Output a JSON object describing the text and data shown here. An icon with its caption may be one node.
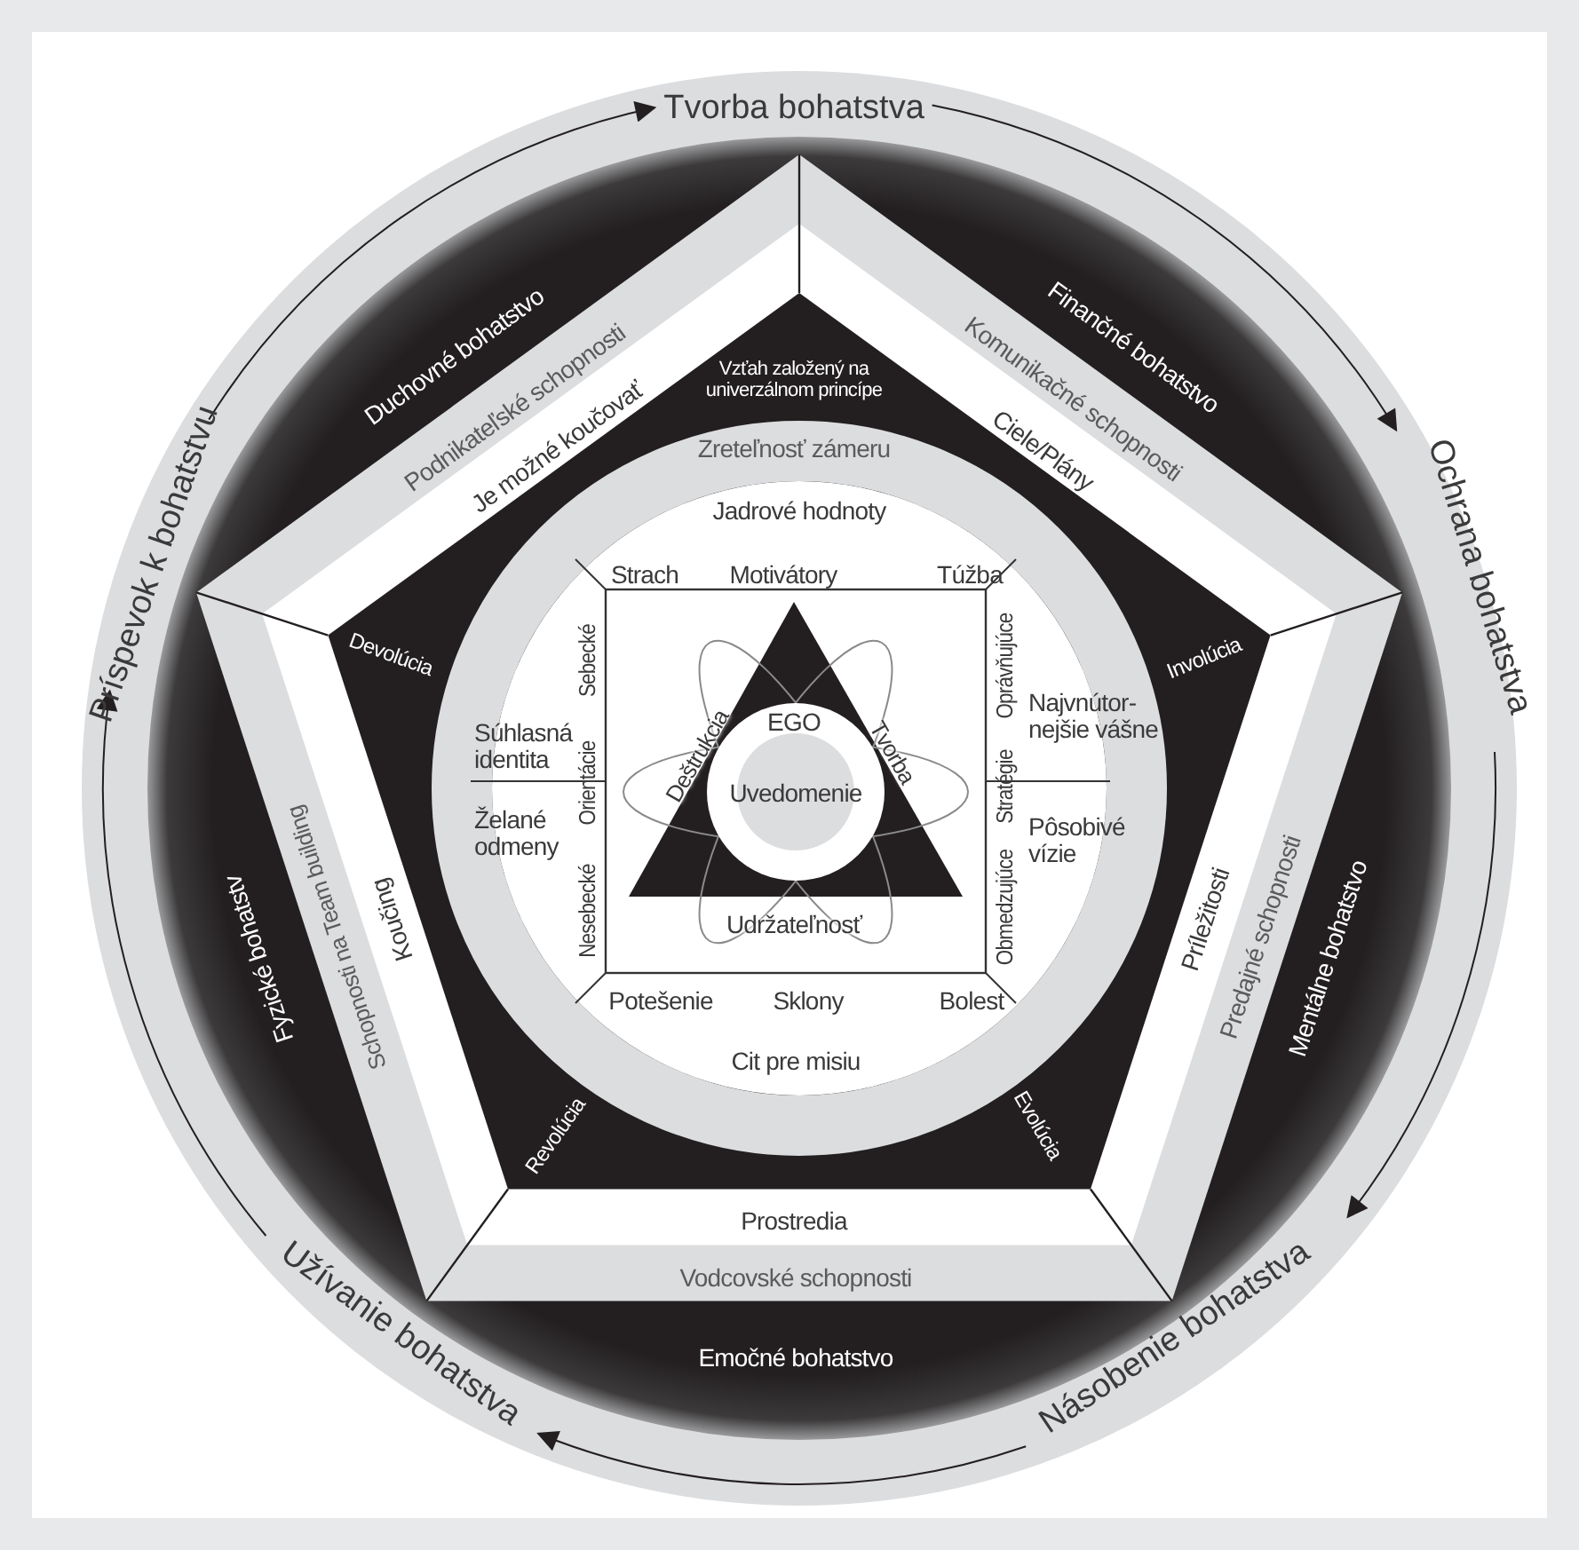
{
  "diagram": {
    "nodes": [
      {
        "text": [
          "Tvorba bohatstva"
        ]
      },
      {
        "text": [
          "Ochrana bohatstva"
        ]
      },
      {
        "text": [
          "Násobenie bohatstva"
        ]
      },
      {
        "text": [
          "Užívanie bohatstva"
        ]
      },
      {
        "text": [
          "Príspevok k bohatstvu"
        ]
      }
    ],
    "edges": [
      {
        "from": 0,
        "to": 1,
        "arrow": "to"
      },
      {
        "from": 1,
        "to": 2,
        "arrow": "to"
      },
      {
        "from": 2,
        "to": 3,
        "arrow": "to"
      },
      {
        "from": 3,
        "to": 4,
        "arrow": "to"
      },
      {
        "from": 4,
        "to": 0,
        "arrow": "to"
      }
    ],
    "labels": [
      "Duchovné bohatstvo",
      "Podnikateľské schopnosti",
      "Je možné koučovať",
      "Vzťah založený na univerzálnom princípe",
      "Finančné bohatstvo",
      "Komunikačné schopnosti",
      "Ciele/Plány",
      "Zreteľnosť zámeru",
      "Jadrové hodnoty",
      "Strach",
      "Motivátory",
      "Túžba",
      "Devolúcia",
      "Sebecké",
      "Oprávňujúce",
      "Involúcia",
      "Súhlasná identita",
      "Orientácie",
      "Deštrukcia",
      "EGO",
      "Tvorba",
      "Stratégie",
      "Najvnútor- nejšie vášne",
      "Želané odmeny",
      "Uvedomenie",
      "Pôsobivé vízie",
      "Fyzické bohatstv",
      "Schopnosti na Team building",
      "Koučing",
      "Nesebecké",
      "Udržateľnosť",
      "Obmedzujúce",
      "Príležitosti",
      "Predajné schopnosti",
      "Mentálne bohatstvo",
      "Potešenie",
      "Sklony",
      "Bolest",
      "Cit pre misiu",
      "Revolúcia",
      "Evolúcia",
      "Prostredia",
      "Vodcovské schopnosti",
      "Emočné bohatstvo"
    ]
  }
}
